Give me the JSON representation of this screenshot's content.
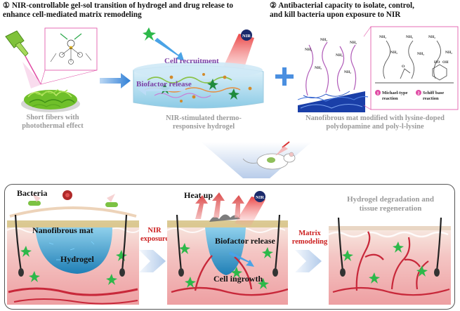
{
  "top": {
    "left_heading": [
      "① NIR-controllable gel-sol transition of hydrogel and drug release to",
      "enhance cell-mediated matrix remodeling"
    ],
    "right_heading": [
      "② Antibacterial capacity to isolate, control,",
      "and kill  bacteria upon exposure to NIR"
    ],
    "fibers_caption": [
      "Short fibers with",
      "photothermal effect"
    ],
    "hydrogel_caption": [
      "NIR-stimulated thermo-",
      "responsive hydrogel"
    ],
    "mat_caption": [
      "Nanofibrous mat modified with lysine-doped",
      "polydopamine and poly-l-lysine"
    ],
    "cell_recruitment": "Cell recruitment",
    "biofactor_release": "Biofactor release",
    "nir": "NIR",
    "nh2": "NH₂",
    "oh": "OH",
    "ho": "HO",
    "o": "O",
    "reaction1_num": "1",
    "reaction1": [
      "Michael-type",
      "reaction"
    ],
    "reaction2_num": "2",
    "reaction2": [
      "Schiff base",
      "reaction"
    ]
  },
  "bottom": {
    "bacteria": "Bacteria",
    "nanofibrous_mat": "Nanofibrous mat",
    "hydrogel": "Hydrogel",
    "nir_exposure": [
      "NIR",
      "exposure"
    ],
    "heat_up": "Heat up",
    "nir": "NIR",
    "biofactor_release": "Biofactor release",
    "cell_ingrowth": "Cell ingrowth",
    "matrix_remodeling": [
      "Matrix",
      "remodeling"
    ],
    "degradation": [
      "Hydrogel degradation and",
      "tissue regeneration"
    ]
  },
  "colors": {
    "heading": "#111111",
    "caption_gray": "#9a9a9a",
    "arrow_blue": "#2f7fd6",
    "purple_label": "#7b3fa5",
    "red_label": "#cc1f1f",
    "hydrogel_blue": "#2e9ec8",
    "skin_pink": "#f0b8b8",
    "vessel_red": "#c8283a",
    "cell_green": "#2db84a"
  }
}
